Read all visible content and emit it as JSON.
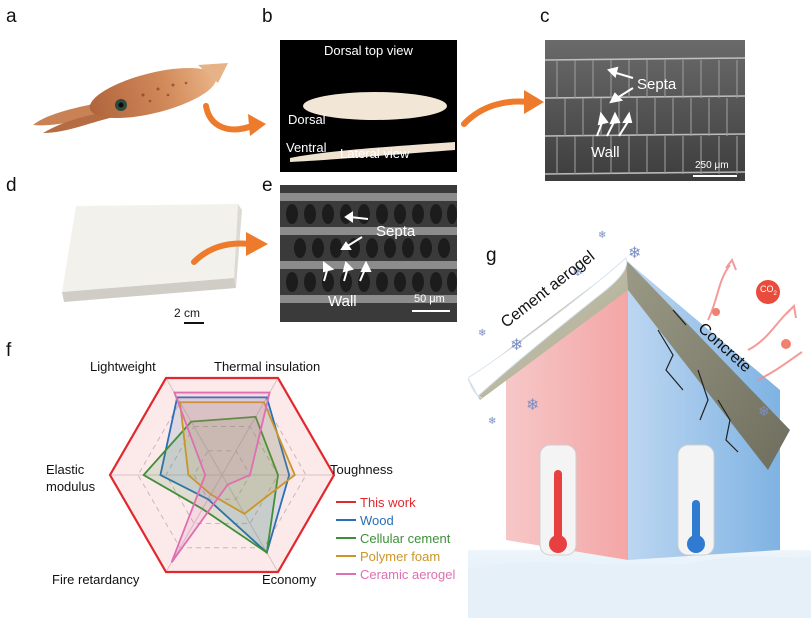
{
  "panels": {
    "a": "a",
    "b": "b",
    "c": "c",
    "d": "d",
    "e": "e",
    "f": "f",
    "g": "g"
  },
  "panel_b": {
    "top_label": "Dorsal top view",
    "dorsal_label": "Dorsal",
    "ventral_label": "Ventral",
    "lateral_label": "Lateral view"
  },
  "panel_c": {
    "septa_label": "Septa",
    "wall_label": "Wall",
    "scale_label": "250 μm"
  },
  "panel_d": {
    "scale_label": "2 cm"
  },
  "panel_e": {
    "septa_label": "Septa",
    "wall_label": "Wall",
    "scale_label": "50 μm"
  },
  "panel_f": {
    "axes": [
      "Lightweight",
      "Thermal insulation",
      "Toughness",
      "Economy",
      "Fire retardancy",
      "Elastic modulus"
    ],
    "axis_label_lines": {
      "elastic_1": "Elastic",
      "elastic_2": "modulus"
    },
    "legend": [
      {
        "name": "This work",
        "color": "#e0282e"
      },
      {
        "name": "Wood",
        "color": "#2a6fb5"
      },
      {
        "name": "Cellular cement",
        "color": "#3f8f3a"
      },
      {
        "name": "Polymer foam",
        "color": "#c9962a"
      },
      {
        "name": "Ceramic aerogel",
        "color": "#de6fb0"
      }
    ],
    "series": [
      {
        "name": "This work",
        "values": [
          1.0,
          1.0,
          1.0,
          1.0,
          1.0,
          1.0
        ]
      },
      {
        "name": "Wood",
        "values": [
          0.8,
          0.8,
          0.6,
          0.8,
          0.25,
          0.55
        ]
      },
      {
        "name": "Cellular cement",
        "values": [
          0.55,
          0.6,
          0.5,
          0.8,
          0.35,
          0.7
        ]
      },
      {
        "name": "Polymer foam",
        "values": [
          0.75,
          0.75,
          0.65,
          0.4,
          0.2,
          0.3
        ]
      },
      {
        "name": "Ceramic aerogel",
        "values": [
          0.85,
          0.85,
          0.25,
          0.1,
          0.9,
          0.15
        ]
      }
    ]
  },
  "panel_g": {
    "roof_left_label": "Cement aerogel",
    "roof_right_label": "Concrete",
    "co2_label": "CO",
    "co2_sub": "2"
  }
}
